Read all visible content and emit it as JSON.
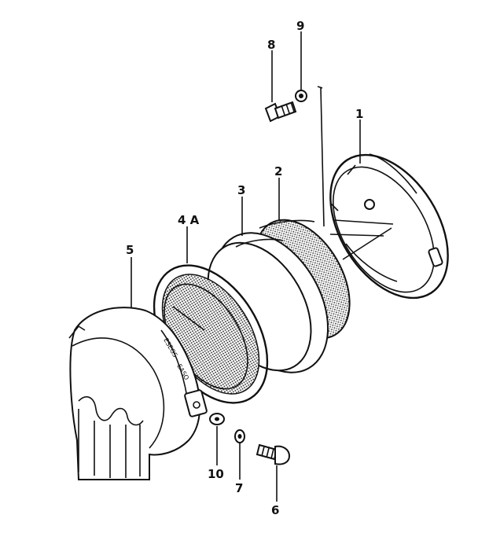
{
  "diagram": {
    "parts": [
      {
        "id": "part-1",
        "label": "1"
      },
      {
        "id": "part-2",
        "label": "2"
      },
      {
        "id": "part-3",
        "label": "3"
      },
      {
        "id": "part-4a",
        "label": "4 A"
      },
      {
        "id": "part-5",
        "label": "5"
      },
      {
        "id": "part-6",
        "label": "6"
      },
      {
        "id": "part-7",
        "label": "7"
      },
      {
        "id": "part-8",
        "label": "8"
      },
      {
        "id": "part-9",
        "label": "9"
      },
      {
        "id": "part-10",
        "label": "10"
      }
    ],
    "colors": {
      "line": "#111111",
      "background": "#ffffff"
    }
  }
}
